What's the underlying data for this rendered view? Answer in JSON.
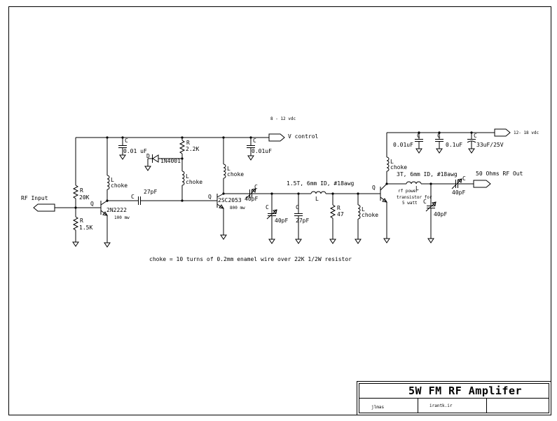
{
  "title_block": {
    "title": "5W FM RF Amplifer",
    "author": "jlmas",
    "source": "irantk.ir"
  },
  "supplies": {
    "driver_supply": "8 - 12 vdc",
    "v_control": "V control",
    "pa_supply": "12- 18 vdc"
  },
  "ports": {
    "rf_input": "RF Input",
    "rf_output": "50 Ohms RF Out"
  },
  "stage1": {
    "q_ref": "Q",
    "q_part": "2N2222",
    "q_power": "100 mw",
    "r_bias_top_ref": "R",
    "r_bias_top": "20K",
    "r_bias_bot_ref": "R",
    "r_bias_bot": "1.5K",
    "choke_ref": "L",
    "choke": "choke",
    "c_decouple_ref": "C",
    "c_decouple": "0.01 uF",
    "c_coupling_ref": "C",
    "c_coupling": "27pF",
    "diode_ref": "D",
    "diode": "1N4001",
    "r_feed_ref": "R",
    "r_feed": "2.2K",
    "choke2_ref": "L",
    "choke2": "choke"
  },
  "stage2": {
    "q_ref": "Q",
    "q_part": "2SC2053",
    "q_power": "800 mw",
    "choke_ref": "L",
    "choke": "choke",
    "c_decouple_ref": "C",
    "c_decouple": "0.01uF",
    "c_trim_ref": "C",
    "c_trim": "40pF",
    "coil_note": "1.5T, 6mm ID, #18awg",
    "coil_ref": "L",
    "c_trim2_ref": "C",
    "c_trim2": "40pF",
    "c_fixed_ref": "C",
    "c_fixed": "27pF",
    "r_load_ref": "R",
    "r_load": "47",
    "choke3_ref": "L",
    "choke3": "choke"
  },
  "stage3": {
    "q_ref": "Q",
    "q_note_1": "rf power",
    "q_note_2": "transistor for",
    "q_note_3": "5 watt",
    "choke_ref": "L",
    "choke": "choke",
    "c1_ref": "C",
    "c1": "0.01uF",
    "c2_ref": "C",
    "c2": "0.1uF",
    "c3_ref": "C",
    "c3": "33uF/25V",
    "coil_note": "3T, 6mm ID, #18awg",
    "coil_ref": "L",
    "c_trim_ref": "C",
    "c_trim": "40pF",
    "c_out_ref": "C",
    "c_out": "40pF"
  },
  "note": "choke = 10 turns of 0.2mm enamel wire over 22K 1/2W resistor"
}
